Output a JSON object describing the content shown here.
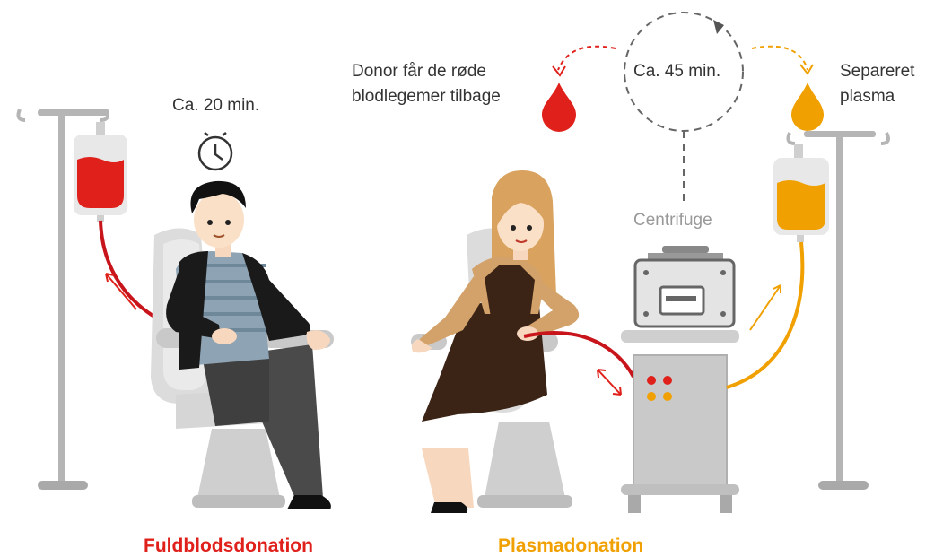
{
  "labels": {
    "whole_time": "Ca. 20 min.",
    "plasma_time": "Ca. 45 min.",
    "donor_line1": "Donor får de  røde",
    "donor_line2": "blodlegemer tilbage",
    "separated_line1": "Separeret",
    "separated_line2": "plasma",
    "centrifuge": "Centrifuge"
  },
  "captions": {
    "whole_blood": "Fuldblodsdonation",
    "plasma": "Plasmadonation"
  },
  "colors": {
    "blood": "#e0201a",
    "plasma": "#f0a000",
    "text": "#333333",
    "grey": "#999999"
  }
}
